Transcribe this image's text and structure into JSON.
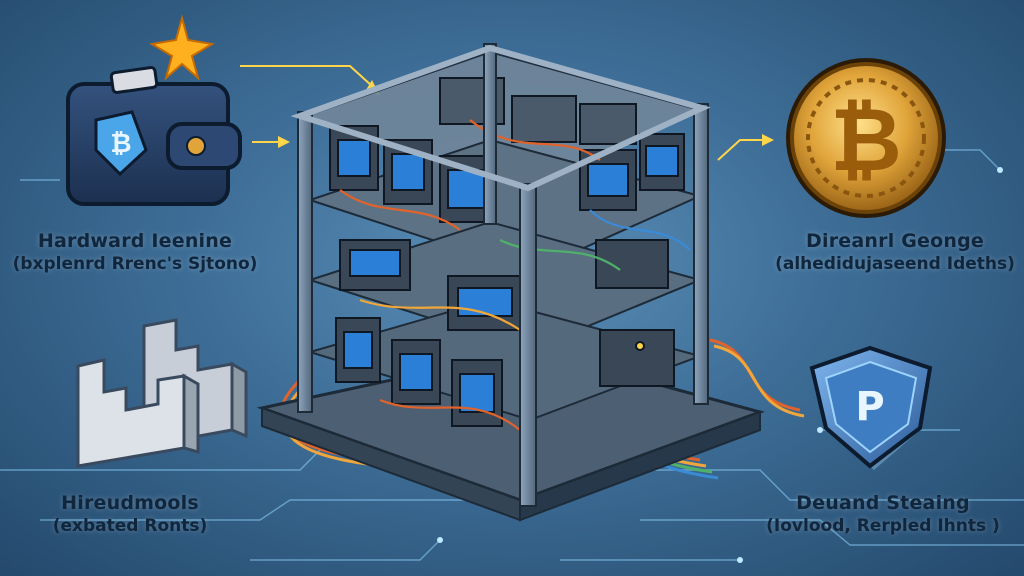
{
  "labels": {
    "top_left": {
      "title": "Hardward Ieenine",
      "subtitle": "(bxplenrd Rrenc's Sjtono)"
    },
    "top_right": {
      "title": "Direanrl Geonge",
      "subtitle": "(alhedidujaseend Ideths)"
    },
    "bottom_left": {
      "title": "Hireudmools",
      "subtitle": "(exbated Ronts)"
    },
    "bottom_right": {
      "title": "Deuand Steaing",
      "subtitle": "(Iovlood, Rerpled Ihnts )"
    }
  },
  "colors": {
    "background": "#3d6d96",
    "accent_glow": "#8fd6ff",
    "coin_gold": "#e0a43a",
    "wallet_navy": "#253e62",
    "shield_blue": "#4d86c8",
    "arrow_yellow": "#ffd54a"
  },
  "icons": {
    "wallet": "wallet-icon",
    "bitcoin_coin": "bitcoin-coin-icon",
    "shield": "shield-icon",
    "fence": "fence-icon",
    "mining_rig": "mining-rig-icon",
    "star": "star-icon"
  }
}
